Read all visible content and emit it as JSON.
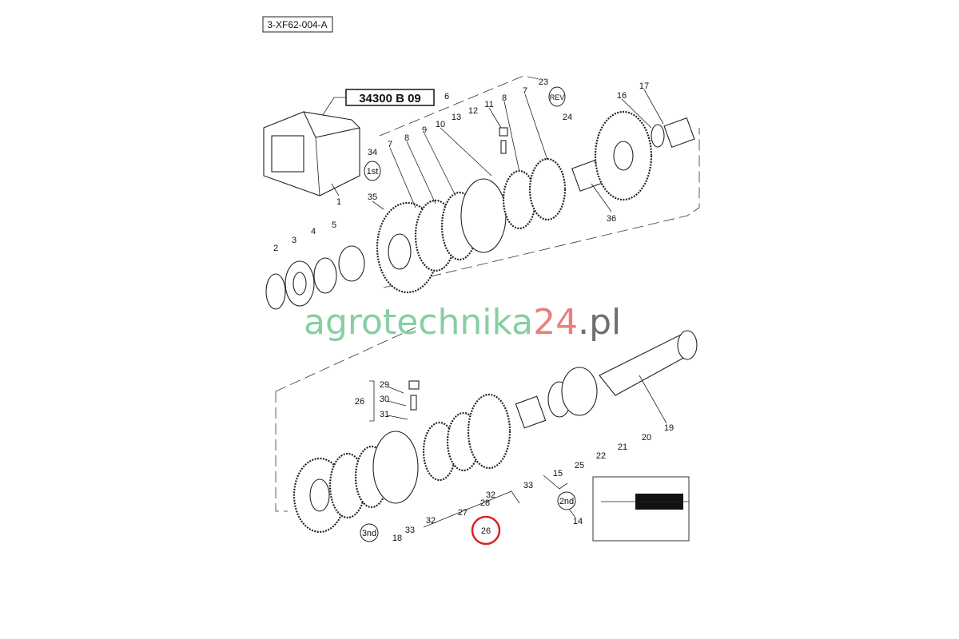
{
  "diagram": {
    "drawing_code": "3-XF62-004-A",
    "reference_code": "34300 B 09",
    "watermark": {
      "main": "agrotechnika",
      "number": "24",
      "suffix": ".pl"
    },
    "gear_badges": {
      "first": "1st",
      "second": "2nd",
      "third": "3nd",
      "reverse": "REV"
    },
    "upper_callouts": [
      "1",
      "2",
      "3",
      "4",
      "5",
      "6",
      "7",
      "8",
      "9",
      "10",
      "11",
      "12",
      "13",
      "8",
      "7",
      "23",
      "24",
      "16",
      "17",
      "34",
      "35",
      "36"
    ],
    "lower_callouts": [
      "29",
      "30",
      "31",
      "26",
      "19",
      "20",
      "21",
      "22",
      "25",
      "15",
      "33",
      "32",
      "28",
      "27",
      "32",
      "33",
      "18",
      "14"
    ],
    "highlighted_callout": "26",
    "colors": {
      "watermark_green": "#86cfa2",
      "watermark_red": "#e88080",
      "watermark_gray": "#6f6f6f",
      "highlight": "#e02020"
    }
  }
}
